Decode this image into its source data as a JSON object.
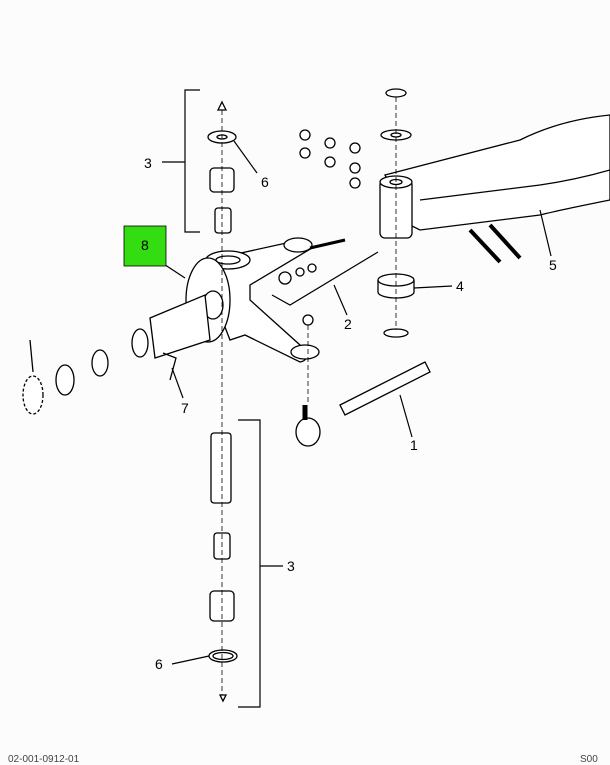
{
  "diagram": {
    "highlight_color": "#33dd11",
    "callouts": {
      "tie_rod": "1",
      "bolt_kit": "2",
      "bushing_kit_top": "3",
      "bushing_kit_bottom": "3",
      "thrust_bearing": "4",
      "axle_beam": "5",
      "seal_top": "6",
      "seal_bottom": "6",
      "pin": "7",
      "steering_knuckle": "8"
    }
  },
  "footer": {
    "left_code": "02-001-0912-01",
    "right_code": "S00"
  }
}
